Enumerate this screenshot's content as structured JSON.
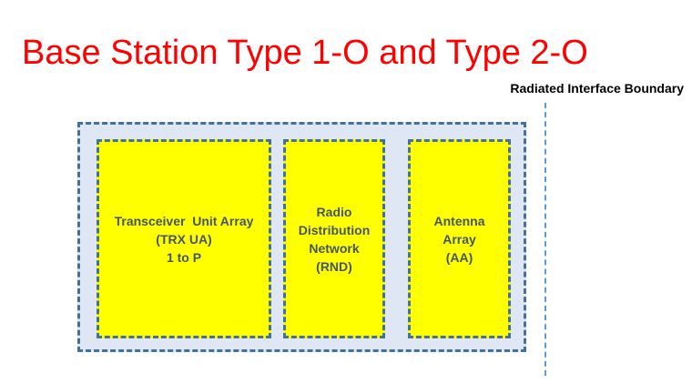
{
  "page": {
    "title": "Base Station Type 1-O and Type 2-O",
    "title_color": "#FF0000",
    "background_color": "#FFFFFF"
  },
  "diagram": {
    "boundary": {
      "label": "Radiated Interface Boundary",
      "line_color": "#5B9BD5",
      "line_style": "dashed"
    },
    "container": {
      "fill_color": "#DEE7F3",
      "border_color": "#41719C",
      "border_style": "dashed"
    },
    "blocks": [
      {
        "id": "transceiver-unit-array",
        "lines": [
          "Transceiver  Unit Array",
          "(TRX UA)",
          "1 to P"
        ],
        "fill_color": "#FFFF00",
        "border_color": "#41719C",
        "text_color": "#44546A"
      },
      {
        "id": "radio-distribution-network",
        "lines": [
          "Radio",
          "Distribution",
          "Network",
          "(RND)"
        ],
        "fill_color": "#FFFF00",
        "border_color": "#41719C",
        "text_color": "#44546A"
      },
      {
        "id": "antenna-array",
        "lines": [
          "Antenna",
          "Array",
          "(AA)"
        ],
        "fill_color": "#FFFF00",
        "border_color": "#41719C",
        "text_color": "#44546A"
      }
    ]
  }
}
